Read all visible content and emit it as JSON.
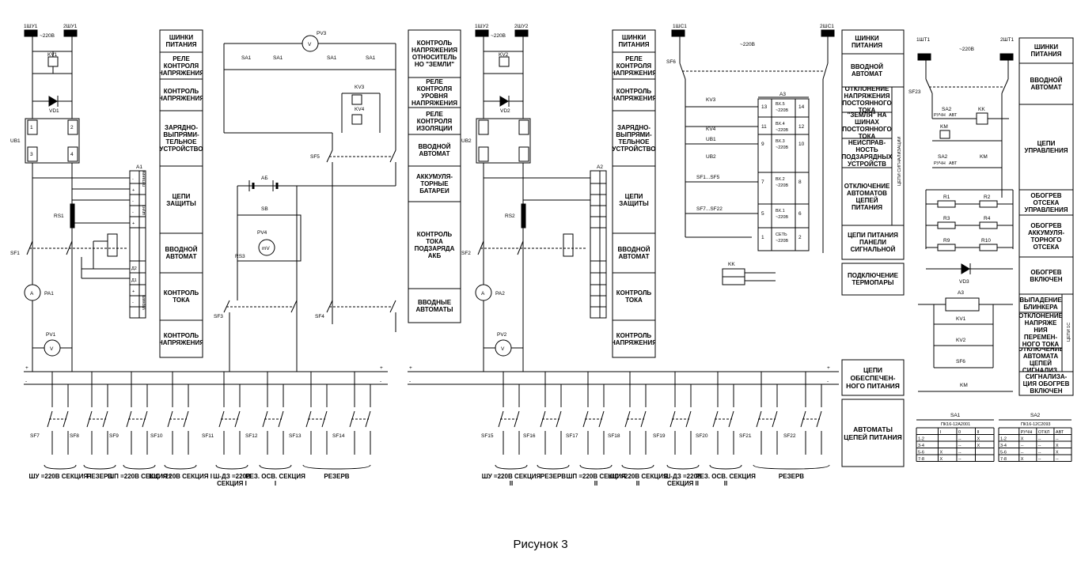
{
  "caption": "Рисунок 3",
  "voltage_label": "~220В",
  "voltage_label_alt": "=220В",
  "terminals": {
    "shu1": "1ШУ1",
    "shu2_1": "2ШУ1",
    "shu1_2": "1ШУ2",
    "shu2_2": "2ШУ2",
    "shs1": "1ШС1",
    "shs2": "2ШС1",
    "sht1": "1ШТ1",
    "sht2": "2ШТ1"
  },
  "components": {
    "KV1": "KV1",
    "KV2": "KV2",
    "KV3": "KV3",
    "KV4": "KV4",
    "VD1": "VD1",
    "VD2": "VD2",
    "VD3": "VD3",
    "UB1": "UB1",
    "UB2": "UB2",
    "A1": "A1",
    "A2": "A2",
    "A3": "A3",
    "RS1": "RS1",
    "RS2": "RS2",
    "RS3": "RS3",
    "SF1": "SF1",
    "SF2": "SF2",
    "SF3": "SF3",
    "SF4": "SF4",
    "SF5": "SF5",
    "SF6": "SF6",
    "SF23": "SF23",
    "PA1": "PA1",
    "PA2": "PA2",
    "PV1": "PV1",
    "PV2": "PV2",
    "PV3": "PV3",
    "PV4": "PV4",
    "SA1": "SA1",
    "SA2": "SA2",
    "SB": "SB",
    "AB": "АБ",
    "KM": "KM",
    "KK": "KK",
    "R1": "R1",
    "R2": "R2",
    "R3": "R3",
    "R4": "R4",
    "R9": "R9",
    "R10": "R10",
    "SF7": "SF7",
    "SF8": "SF8",
    "SF9": "SF9",
    "SF10": "SF10",
    "SF11": "SF11",
    "SF12": "SF12",
    "SF13": "SF13",
    "SF14": "SF14",
    "SF15": "SF15",
    "SF16": "SF16",
    "SF17": "SF17",
    "SF18": "SF18",
    "SF19": "SF19",
    "SF20": "SF20",
    "SF21": "SF21",
    "SF22": "SF22",
    "V": "V",
    "A": "A",
    "mV": "mV"
  },
  "a1_labels": [
    "питание",
    "шунт",
    "управл"
  ],
  "a3_inputs": [
    {
      "id": "13",
      "name": "ВХ.5",
      "v": "~220В",
      "out": "14"
    },
    {
      "id": "11",
      "name": "ВХ.4",
      "v": "~220В",
      "out": "12"
    },
    {
      "id": "9",
      "name": "ВХ.3",
      "v": "~220В",
      "out": "10"
    },
    {
      "id": "7",
      "name": "ВХ.2",
      "v": "~220В",
      "out": "8"
    },
    {
      "id": "5",
      "name": "ВХ.1",
      "v": "~220В",
      "out": "6"
    },
    {
      "id": "1",
      "name": "СЕТЬ",
      "v": "~220В",
      "out": "2"
    }
  ],
  "sf_range_1": "SF1...SF5",
  "sf_range_2": "SF7...SF22",
  "blocks_1": [
    "ШИНКИ ПИТАНИЯ",
    "РЕЛЕ КОНТРОЛЯ НАПРЯЖЕНИЯ",
    "КОНТРОЛЬ НАПРЯЖЕНИЯ",
    "ЗАРЯДНО-ВЫПРЯМИ-ТЕЛЬНОЕ УСТРОЙСТВО",
    "ЦЕПИ ЗАЩИТЫ",
    "ВВОДНОЙ АВТОМАТ",
    "КОНТРОЛЬ ТОКА",
    "КОНТРОЛЬ НАПРЯЖЕНИЯ"
  ],
  "blocks_2": [
    "КОНТРОЛЬ НАПРЯЖЕНИЯ ОТНОСИТЕЛЬ НО \"ЗЕМЛИ\"",
    "РЕЛЕ КОНТРОЛЯ УРОВНЯ НАПРЯЖЕНИЯ",
    "РЕЛЕ КОНТРОЛЯ ИЗОЛЯЦИИ",
    "ВВОДНОЙ АВТОМАТ",
    "АККУМУЛЯ-ТОРНЫЕ БАТАРЕИ",
    "КОНТРОЛЬ ТОКА ПОДЗАРЯДА АКБ",
    "ВВОДНЫЕ АВТОМАТЫ"
  ],
  "blocks_3": [
    "ШИНКИ ПИТАНИЯ",
    "РЕЛЕ КОНТРОЛЯ НАПРЯЖЕНИЯ",
    "КОНТРОЛЬ НАПРЯЖЕНИЯ",
    "ЗАРЯДНО-ВЫПРЯМИ-ТЕЛЬНОЕ УСТРОЙСТВО",
    "ЦЕПИ ЗАЩИТЫ",
    "ВВОДНОЙ АВТОМАТ",
    "КОНТРОЛЬ ТОКА",
    "КОНТРОЛЬ НАПРЯЖЕНИЯ"
  ],
  "blocks_4": [
    "ШИНКИ ПИТАНИЯ",
    "ВВОДНОЙ АВТОМАТ",
    "ОТКЛОНЕНИЕ НАПРЯЖЕНИЯ ПОСТОЯННОГО ТОКА",
    "\"ЗЕМЛЯ\" НА ШИНАХ ПОСТОЯННОГО ТОКА",
    "НЕИСПРАВ-НОСТЬ ПОДЗАРЯДНЫХ УСТРОЙСТВ",
    "ОТКЛЮЧЕНИЕ АВТОМАТОВ ЦЕПЕЙ ПИТАНИЯ",
    "ЦЕПИ ПИТАНИЯ ПАНЕЛИ СИГНАЛЬНОЙ",
    "ПОДКЛЮЧЕНИЕ ТЕРМОПАРЫ"
  ],
  "signal_side_label": "ЦЕПИ СИГНАЛИЗАЦИИ",
  "signal1c_label": "ЦЕПИ 1С",
  "blocks_5": [
    "ШИНКИ ПИТАНИЯ",
    "ВВОДНОЙ АВТОМАТ",
    "ЦЕПИ УПРАВЛЕНИЯ",
    "ОБОГРЕВ ОТСЕКА УПРАВЛЕНИЯ",
    "ОБОГРЕВ АККУМУЛЯ-ТОРНОГО ОТСЕКА",
    "ОБОГРЕВ ВКЛЮЧЕН",
    "ВЫПАДЕНИЕ БЛИНКЕРА",
    "ОТКЛОНЕНИЕ НАПРЯЖЕ НИЯ ПЕРЕМЕН-НОГО ТОКА",
    "ОТКЛЮЧЕНИЕ АВТОМАТА ЦЕПЕЙ СИГНАЛИЗ.",
    "СИГНАЛИЗА-ЦИЯ ОБОГРЕВ ВКЛЮЧЕН"
  ],
  "blocks_6": [
    "ЦЕПИ ОБЕСПЕЧЕН-НОГО ПИТАНИЯ",
    "АВТОМАТЫ ЦЕПЕЙ ПИТАНИЯ"
  ],
  "sa2_modes": [
    "РУЧН",
    "АВТ"
  ],
  "bottom_groups": [
    {
      "label": "ШУ =220В СЕКЦИЯ I"
    },
    {
      "label": "РЕЗЕРВ"
    },
    {
      "label": "ШП =220В СЕКЦИЯ I"
    },
    {
      "label": "ШС =220В СЕКЦИЯ I"
    },
    {
      "label": "Ш-ДЗ =220В СЕКЦИЯ I"
    },
    {
      "label": "РЕЗ. ОСВ. СЕКЦИЯ I"
    },
    {
      "label": "РЕЗЕРВ"
    },
    {
      "label": "ШУ =220В СЕКЦИЯ II"
    },
    {
      "label": "РЕЗЕРВ"
    },
    {
      "label": "ШП =220В СЕКЦИЯ II"
    },
    {
      "label": "ШС =220В СЕКЦИЯ II"
    },
    {
      "label": "Ш-ДЗ =220В СЕКЦИЯ II"
    },
    {
      "label": "РЕЗ. ОСВ. СЕКЦИЯ II"
    },
    {
      "label": "РЕЗЕРВ"
    }
  ],
  "sa1_table": {
    "title": "SA1",
    "model": "ПК16-12А2001",
    "header": [
      "",
      "I",
      "0",
      "II"
    ],
    "rows": [
      [
        "1-2",
        "",
        "--",
        "X"
      ],
      [
        "3-4",
        "",
        "--",
        "X"
      ],
      [
        "5-6",
        "X",
        "--",
        ""
      ],
      [
        "7-8",
        "X",
        "--",
        ""
      ]
    ]
  },
  "sa2_table": {
    "title": "SA2",
    "model": "ПК16-12С2093",
    "header": [
      "",
      "РУЧН",
      "ОТКЛ",
      "АВТ"
    ],
    "rows": [
      [
        "1-2",
        "X",
        "--",
        "--"
      ],
      [
        "3-4",
        "--",
        "--",
        "X"
      ],
      [
        "5-6",
        "--",
        "--",
        "X"
      ],
      [
        "7-8",
        "X",
        "--",
        "--"
      ]
    ]
  },
  "colors": {
    "line": "#000000",
    "background": "#ffffff"
  }
}
